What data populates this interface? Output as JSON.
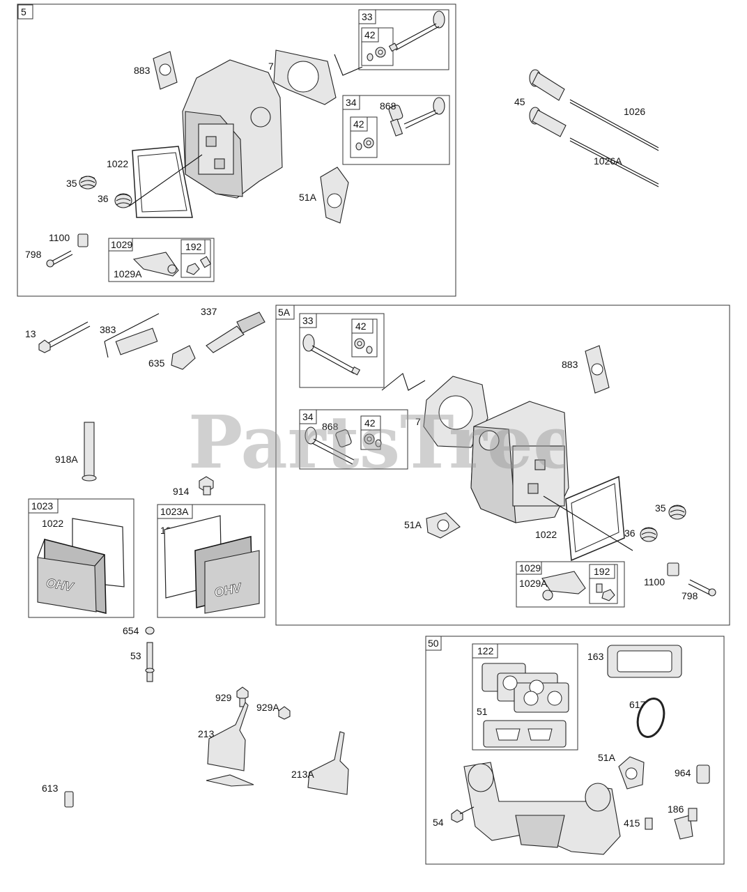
{
  "watermark": "PartsTree",
  "groups": {
    "g5": "5",
    "g33a": "33",
    "g42a": "42",
    "g34a": "34",
    "g42b": "42",
    "g1029a": "1029",
    "g192a": "192",
    "g5A": "5A",
    "g33b": "33",
    "g42c": "42",
    "g34b": "34",
    "g42d": "42",
    "g1029b": "1029",
    "g192b": "192",
    "g1023": "1023",
    "g1023A": "1023A",
    "g50": "50",
    "g122": "122"
  },
  "labels": {
    "l883a": "883",
    "l7a": "7",
    "l868a": "868",
    "l1022a": "1022",
    "l35a": "35",
    "l36a": "36",
    "l51Aa": "51A",
    "l1100a": "1100",
    "l798a": "798",
    "l1029Aa": "1029A",
    "l45": "45",
    "l1026": "1026",
    "l1026A": "1026A",
    "l13": "13",
    "l383": "383",
    "l337": "337",
    "l635": "635",
    "l918A": "918A",
    "l914": "914",
    "l1022b": "1022",
    "l1022c": "1022",
    "l654": "654",
    "l53": "53",
    "l929": "929",
    "l929A": "929A",
    "l213": "213",
    "l213A": "213A",
    "l613": "613",
    "l883b": "883",
    "l868b": "868",
    "l7b": "7",
    "l51Ab": "51A",
    "l1022d": "1022",
    "l35b": "35",
    "l36b": "36",
    "l1029Ab": "1029A",
    "l1100b": "1100",
    "l798b": "798",
    "l163": "163",
    "l51": "51",
    "l617": "617",
    "l51Ac": "51A",
    "l964": "964",
    "l186": "186",
    "l54": "54",
    "l415": "415"
  },
  "valve_cover_text": "OHV"
}
